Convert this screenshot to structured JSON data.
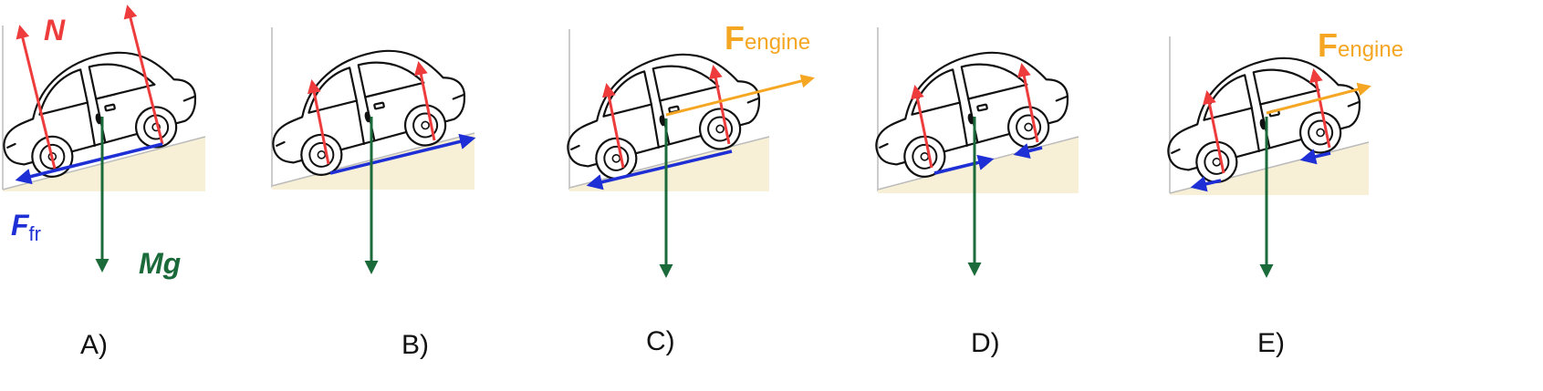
{
  "colors": {
    "normal": "#ee3b3b",
    "friction": "#1f2fd6",
    "gravity": "#1b6a3a",
    "engine": "#f5a623",
    "slope": "#f7efd6",
    "car_outline": "#111111"
  },
  "panels": [
    {
      "id": "A",
      "option_label": "A)",
      "labels": {
        "normal": "N",
        "friction_main": "F",
        "friction_sub": "fr",
        "gravity": "Mg"
      },
      "forces": {
        "normal_vectors": 2,
        "friction_direction": "down-slope",
        "engine": false
      }
    },
    {
      "id": "B",
      "option_label": "B)",
      "forces": {
        "normal_vectors": 2,
        "friction_direction": "up-slope",
        "engine": false
      }
    },
    {
      "id": "C",
      "option_label": "C)",
      "engine_label_main": "F",
      "engine_label_sub": "engine",
      "forces": {
        "normal_vectors": 2,
        "friction_direction": "down-slope",
        "engine": true
      }
    },
    {
      "id": "D",
      "option_label": "D)",
      "forces": {
        "normal_vectors": 2,
        "friction_direction": "opposing at each wheel",
        "engine": false
      }
    },
    {
      "id": "E",
      "option_label": "E)",
      "engine_label_main": "F",
      "engine_label_sub": "engine",
      "forces": {
        "normal_vectors": 2,
        "friction_direction": "down-slope at each wheel",
        "engine": true
      }
    }
  ]
}
